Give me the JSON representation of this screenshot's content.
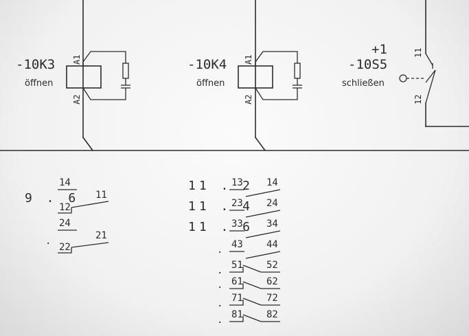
{
  "components": [
    {
      "tag": "-10K3",
      "function": "öffnen",
      "pin_top": "A1",
      "pin_bottom": "A2"
    },
    {
      "tag": "-10K4",
      "function": "öffnen",
      "pin_top": "A1",
      "pin_bottom": "A2"
    },
    {
      "location": "+1",
      "tag": "-10S5",
      "function": "schließen",
      "pin_top": "11",
      "pin_bottom": "12"
    }
  ],
  "contacts_k3": {
    "reference": "9 . 6",
    "rows": [
      {
        "left": "14",
        "right": ""
      },
      {
        "left": "12",
        "right": "11"
      },
      {
        "left": "24",
        "right": ""
      },
      {
        "left": "22",
        "right": "21"
      }
    ],
    "dot": "."
  },
  "contacts_k4": {
    "rows": [
      {
        "ref": "11 . 2",
        "left": "13",
        "right": "14"
      },
      {
        "ref": "11 . 4",
        "left": "23",
        "right": "24"
      },
      {
        "ref": "11 . 6",
        "left": "33",
        "right": "34"
      },
      {
        "ref": ".",
        "left": "43",
        "right": "44"
      },
      {
        "ref": ".",
        "left": "51",
        "right": "52"
      },
      {
        "ref": ".",
        "left": "61",
        "right": "62"
      },
      {
        "ref": ".",
        "left": "71",
        "right": "72"
      },
      {
        "ref": ".",
        "left": "81",
        "right": "82"
      }
    ]
  }
}
